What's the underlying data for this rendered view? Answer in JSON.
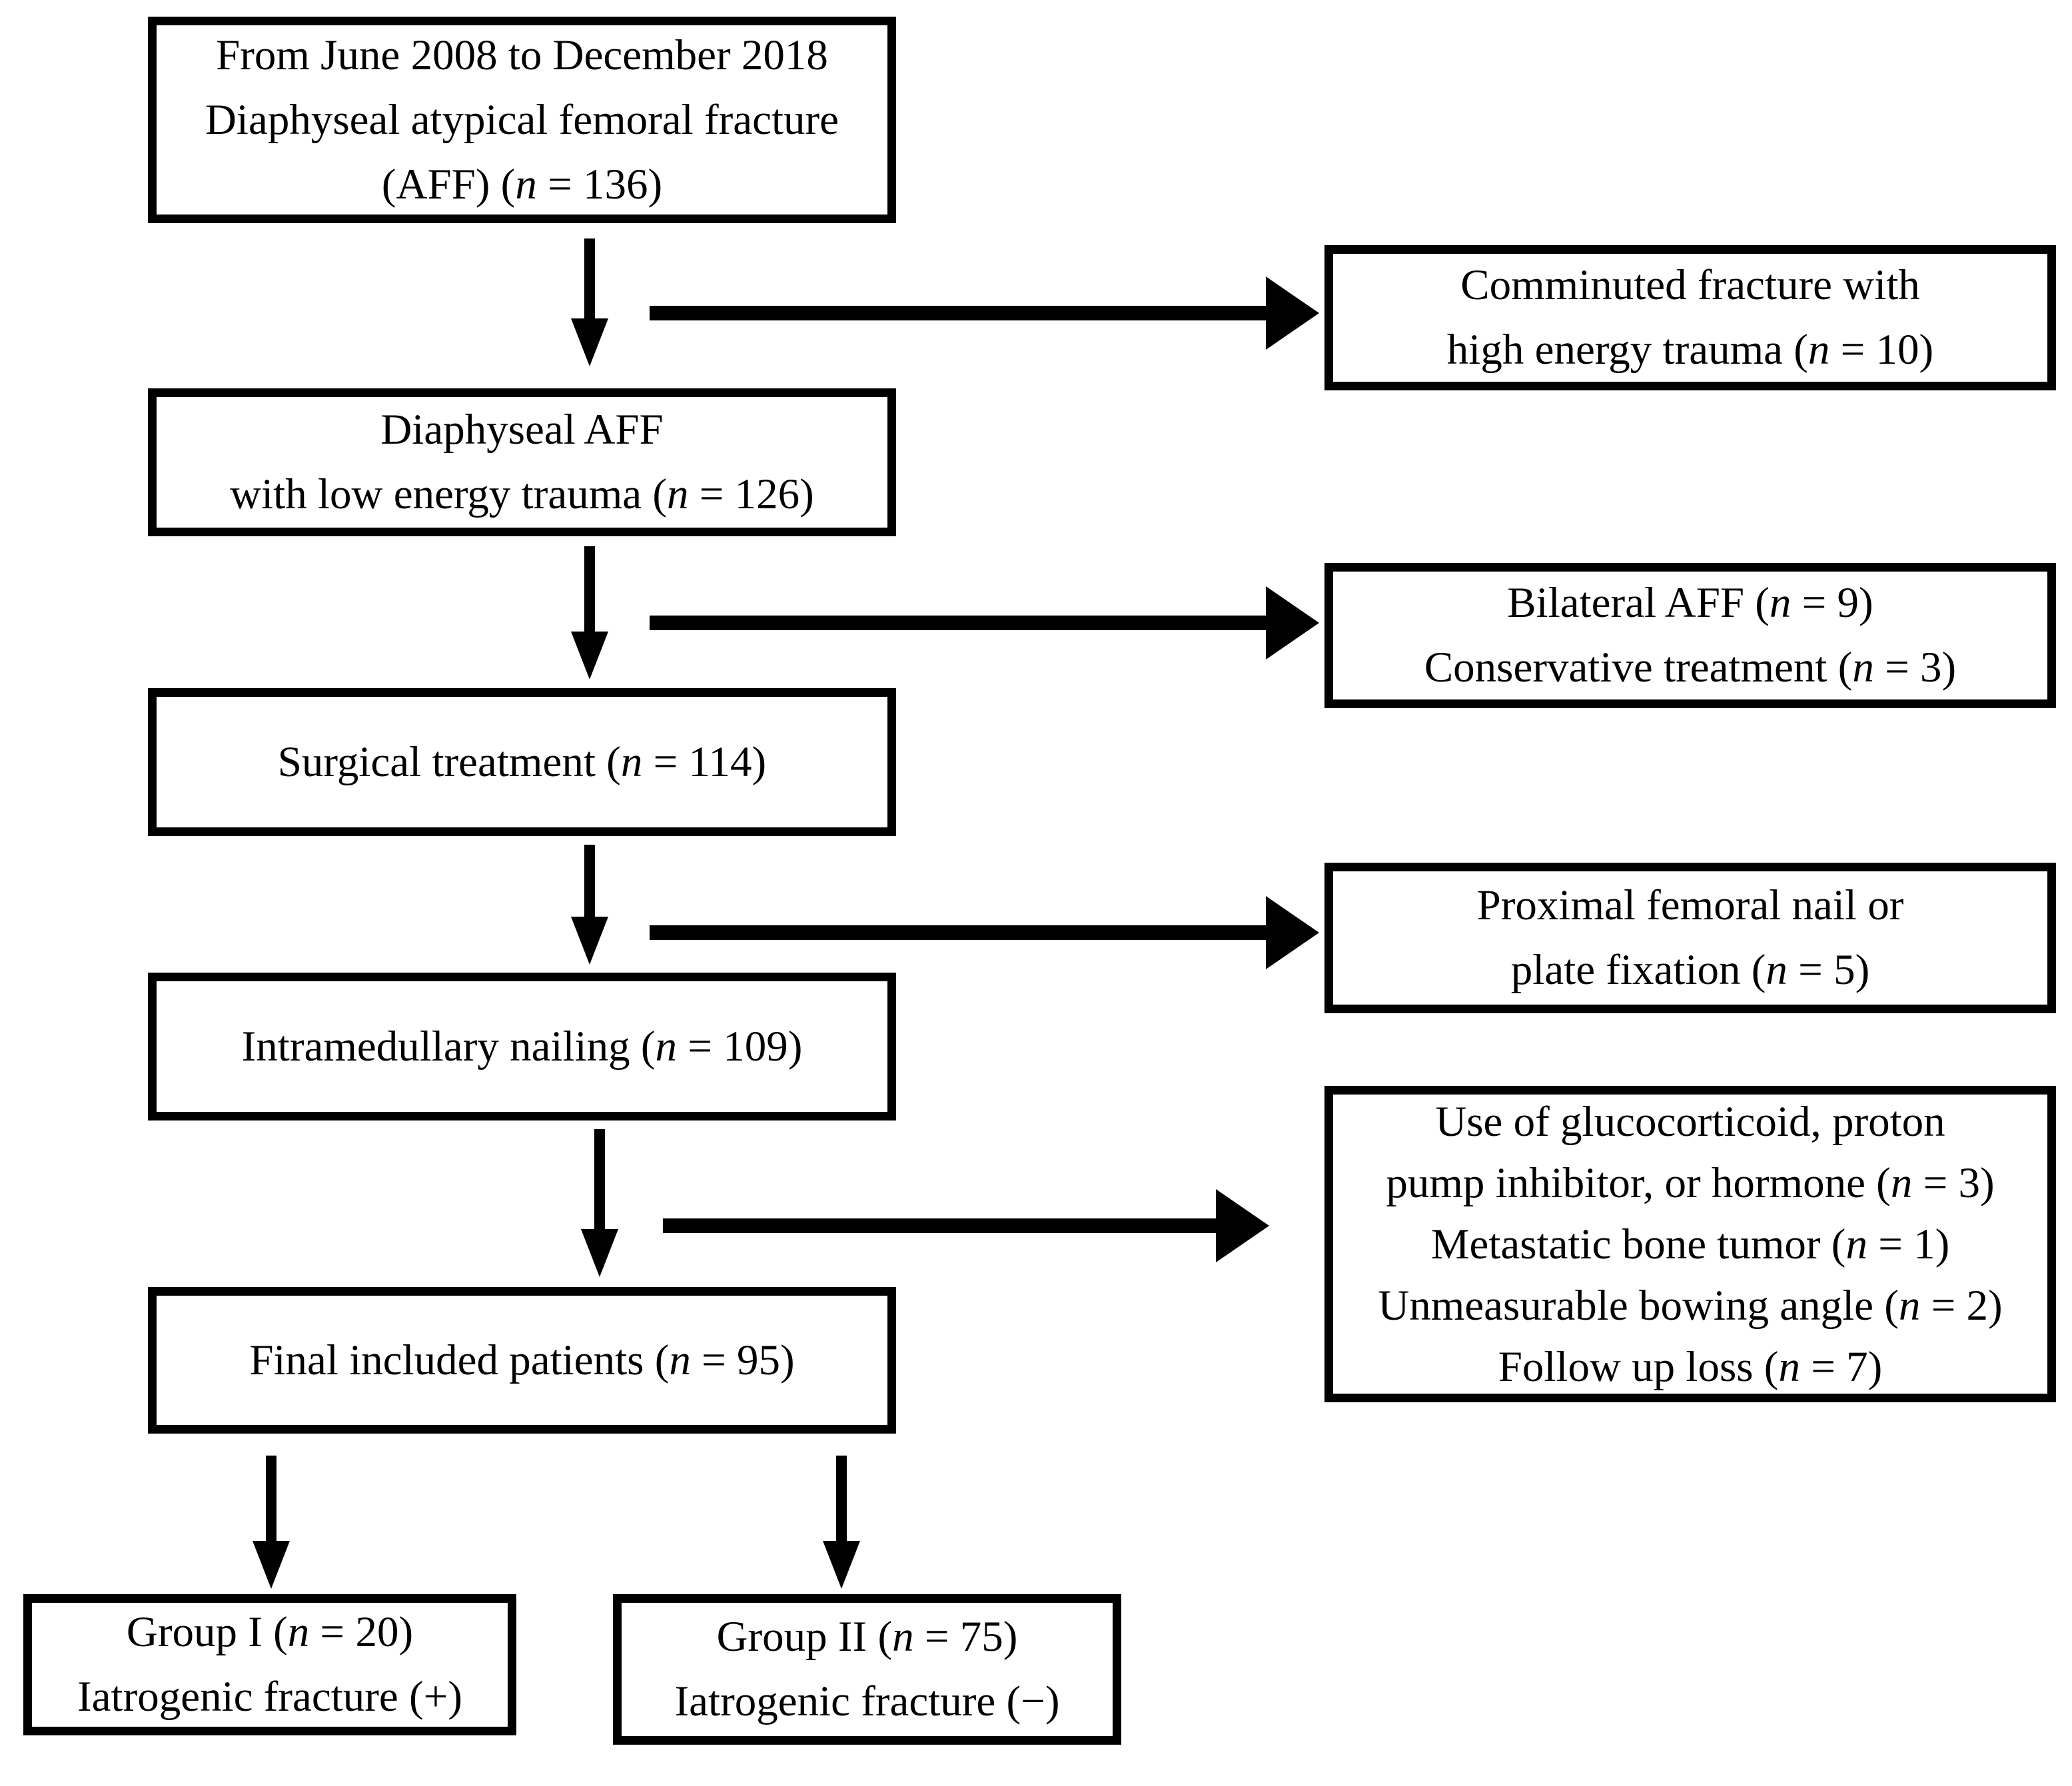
{
  "diagram": {
    "background_color": "#ffffff",
    "line_color": "#000000",
    "boxes": {
      "enrollment": {
        "lines": [
          "From June 2008 to December 2018",
          "Diaphyseal atypical femoral fracture",
          "(AFF) (n = 136)"
        ]
      },
      "low_energy": {
        "lines": [
          "Diaphyseal AFF",
          "with low energy trauma (n = 126)"
        ]
      },
      "surgical": {
        "lines": [
          "Surgical treatment (n = 114)"
        ]
      },
      "nailing": {
        "lines": [
          "Intramedullary nailing (n = 109)"
        ]
      },
      "final_included": {
        "lines": [
          "Final included patients (n = 95)"
        ]
      },
      "excluded_comminuted": {
        "lines": [
          "Comminuted fracture with",
          "high energy trauma (n = 10)"
        ]
      },
      "excluded_bilateral": {
        "lines": [
          "Bilateral AFF (n = 9)",
          "Conservative treatment (n = 3)"
        ]
      },
      "excluded_proximal": {
        "lines": [
          "Proximal femoral nail or",
          "plate fixation (n = 5)"
        ]
      },
      "excluded_other": {
        "lines": [
          "Use of glucocorticoid, proton",
          "pump inhibitor, or hormone (n = 3)",
          "Metastatic bone tumor (n = 1)",
          "Unmeasurable bowing angle (n = 2)",
          "Follow up loss (n = 7)"
        ]
      },
      "group_one": {
        "lines": [
          "Group I (n = 20)",
          "Iatrogenic fracture (+)"
        ]
      },
      "group_two": {
        "lines": [
          "Group II (n = 75)",
          "Iatrogenic fracture (−)"
        ]
      }
    }
  }
}
